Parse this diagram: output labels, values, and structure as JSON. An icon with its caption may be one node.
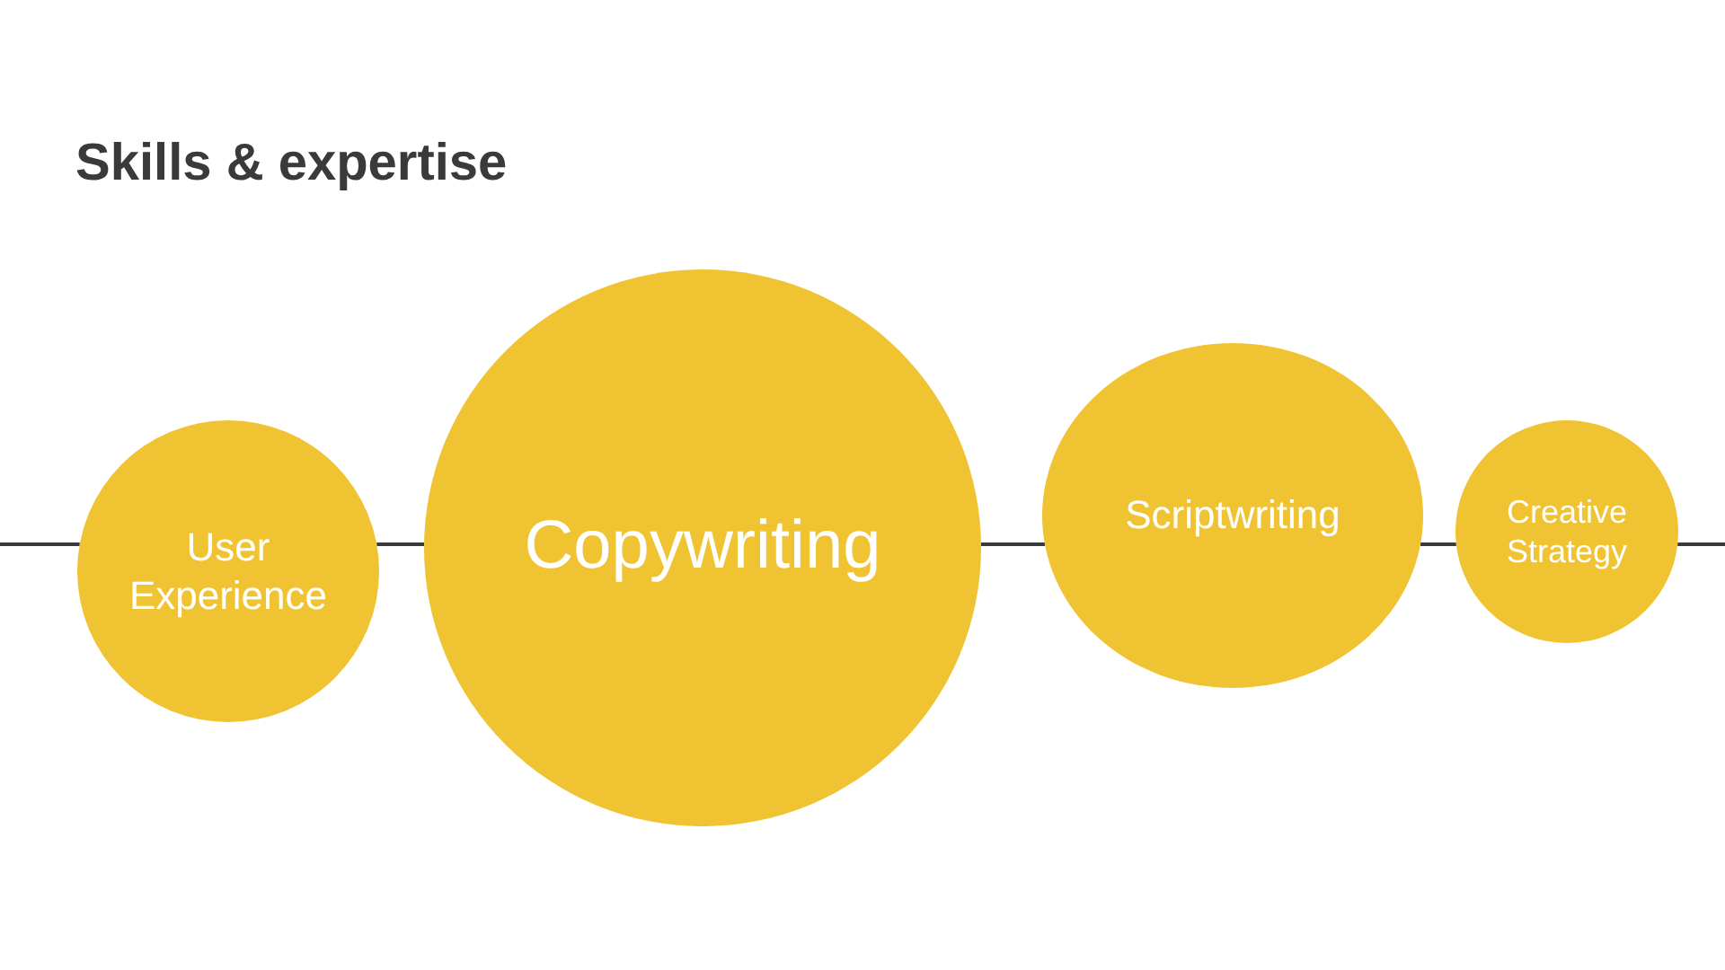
{
  "diagram": {
    "title": "Skills & expertise",
    "nodes": [
      {
        "text": [
          "User Experience"
        ]
      },
      {
        "text": [
          "Copywriting"
        ]
      },
      {
        "text": [
          "Scriptwriting"
        ]
      },
      {
        "text": [
          "Creative Strategy"
        ]
      }
    ],
    "edges": [
      {
        "from": null,
        "to": 0,
        "arrow": "none"
      },
      {
        "from": 0,
        "to": 1,
        "arrow": "none"
      },
      {
        "from": 1,
        "to": 2,
        "arrow": "none"
      },
      {
        "from": 2,
        "to": 3,
        "arrow": "none"
      },
      {
        "from": 3,
        "to": null,
        "arrow": "none"
      }
    ]
  }
}
